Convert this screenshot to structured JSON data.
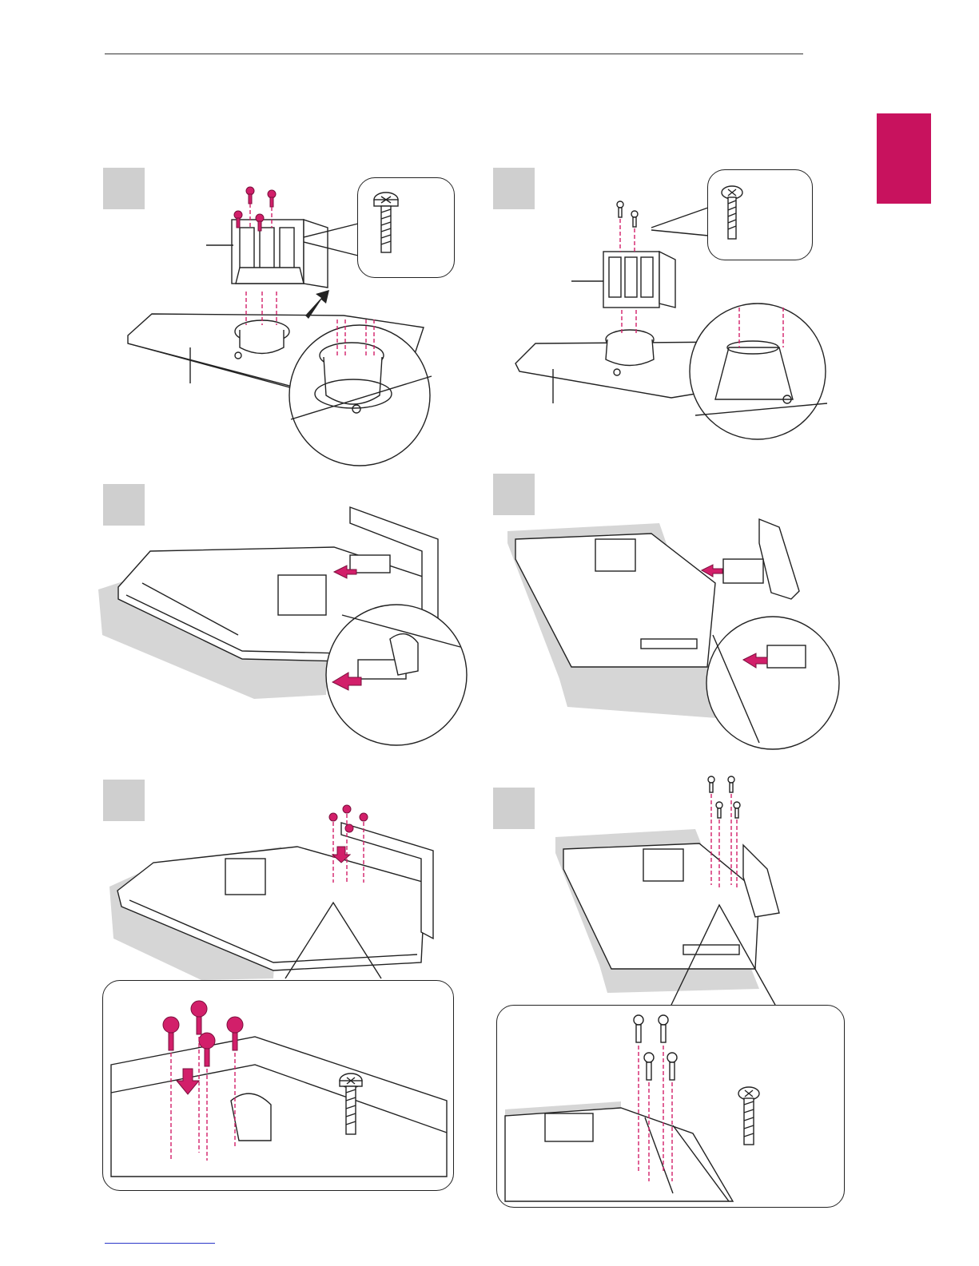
{
  "theme": {
    "accent": "#c8125e",
    "step_box": "#cfcfcf",
    "line": "#222222"
  },
  "steps": [
    {
      "id": "step-1-left",
      "position_word": "top-left",
      "screws": 4,
      "screw_color": "magenta"
    },
    {
      "id": "step-1-right",
      "position_word": "top-right",
      "screws": 2,
      "screw_color": "white"
    },
    {
      "id": "step-2-left",
      "position_word": "middle-left"
    },
    {
      "id": "step-2-right",
      "position_word": "middle-right"
    },
    {
      "id": "step-3-left",
      "position_word": "bottom-left",
      "screws": 4,
      "screw_color": "magenta"
    },
    {
      "id": "step-3-right",
      "position_word": "bottom-right",
      "screws": 4,
      "screw_color": "white"
    }
  ],
  "icons": [
    "screw-icon",
    "arrow-icon",
    "stand-body-icon",
    "stand-base-icon",
    "tv-back-icon"
  ]
}
